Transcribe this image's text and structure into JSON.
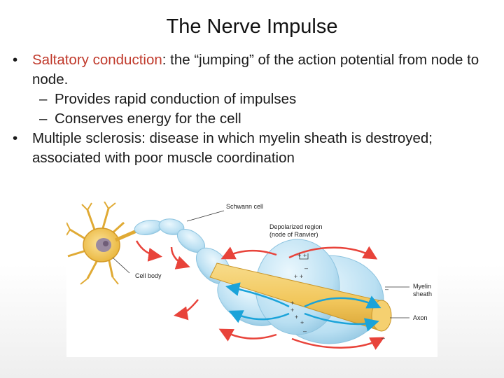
{
  "slide": {
    "title": "The Nerve Impulse",
    "bullets": [
      {
        "term": "Saltatory conduction",
        "text": ": the “jumping” of the action potential from node to node.",
        "subs": [
          "Provides rapid conduction of impulses",
          "Conserves energy for the cell"
        ]
      },
      {
        "text": "Multiple sclerosis: disease in which myelin sheath is destroyed;  associated with poor muscle coordination"
      }
    ],
    "bullet_glyph": "•",
    "dash_glyph": "–"
  },
  "figure": {
    "labels": {
      "schwann": "Schwann cell",
      "depolarized_1": "Depolarized region",
      "depolarized_2": "(node of Ranvier)",
      "cell_body": "Cell body",
      "myelin_1": "Myelin",
      "myelin_2": "sheath",
      "axon": "Axon"
    },
    "colors": {
      "myelin": "#b9dff2",
      "axon": "#f2c75c",
      "arrow_red": "#e8433a",
      "arrow_blue": "#1aa3d9",
      "cell_body": "#f0c24a"
    }
  }
}
